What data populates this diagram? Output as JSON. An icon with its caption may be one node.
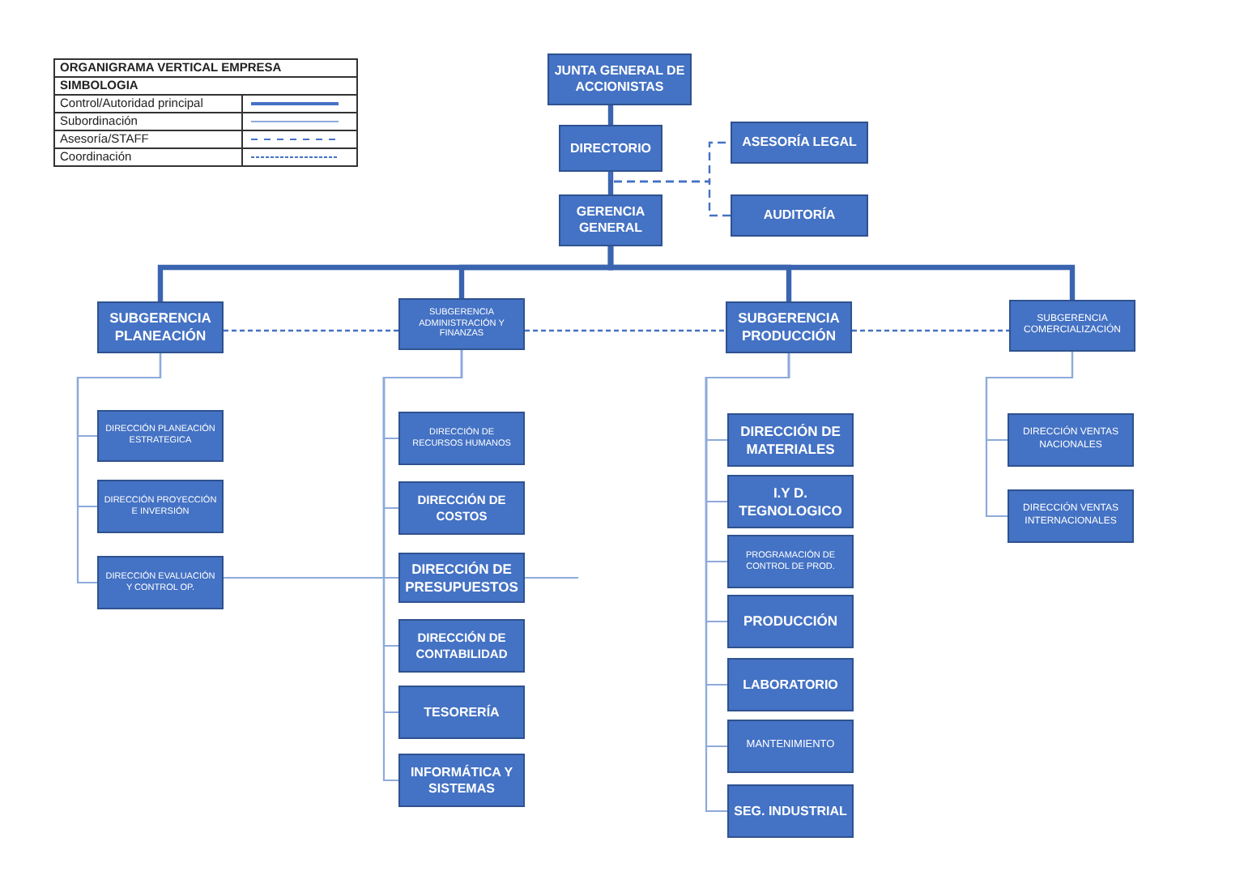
{
  "diagram": {
    "title": "ORGANIGRAMA VERTICAL EMPRESA",
    "nodes": [
      {
        "text": [
          "JUNTA GENERAL DE ACCIONISTAS"
        ]
      },
      {
        "text": [
          "DIRECTORIO"
        ]
      },
      {
        "text": [
          "ASESORÍA LEGAL"
        ]
      },
      {
        "text": [
          "AUDITORÍA"
        ]
      },
      {
        "text": [
          "GERENCIA GENERAL"
        ]
      },
      {
        "text": [
          "SUBGERENCIA PLANEACIÓN"
        ]
      },
      {
        "text": [
          "SUBGERENCIA ADMINISTRACIÓN Y FINANZAS"
        ]
      },
      {
        "text": [
          "SUBGERENCIA PRODUCCIÓN"
        ]
      },
      {
        "text": [
          "SUBGERENCIA COMERCIALIZACIÓN"
        ]
      },
      {
        "text": [
          "DIRECCIÓN PLANEACIÓN ESTRATEGICA"
        ]
      },
      {
        "text": [
          "DIRECCIÓN PROYECCIÓN E INVERSIÓN"
        ]
      },
      {
        "text": [
          "DIRECCIÓN EVALUACIÓN Y CONTROL OP."
        ]
      },
      {
        "text": [
          "DIRECCIÓN DE RECURSOS HUMANOS"
        ]
      },
      {
        "text": [
          "DIRECCIÓN DE COSTOS"
        ]
      },
      {
        "text": [
          "DIRECCIÓN DE PRESUPUESTOS"
        ]
      },
      {
        "text": [
          "DIRECCIÓN DE CONTABILIDAD"
        ]
      },
      {
        "text": [
          "TESORERÍA"
        ]
      },
      {
        "text": [
          "INFORMÁTICA Y SISTEMAS"
        ]
      },
      {
        "text": [
          "DIRECCIÓN DE MATERIALES"
        ]
      },
      {
        "text": [
          "I.Y D. TEGNOLOGICO"
        ]
      },
      {
        "text": [
          "PROGRAMACIÓN DE CONTROL DE PROD."
        ]
      },
      {
        "text": [
          "PRODUCCIÓN"
        ]
      },
      {
        "text": [
          "LABORATORIO"
        ]
      },
      {
        "text": [
          "MANTENIMIENTO"
        ]
      },
      {
        "text": [
          "SEG. INDUSTRIAL"
        ]
      },
      {
        "text": [
          "DIRECCIÓN VENTAS NACIONALES"
        ]
      },
      {
        "text": [
          "DIRECCIÓN VENTAS INTERNACIONALES"
        ]
      }
    ],
    "edges": [
      {
        "from": 0,
        "to": 1,
        "arrow": "none",
        "style": "thick"
      },
      {
        "from": 1,
        "to": 4,
        "arrow": "none",
        "style": "thick"
      },
      {
        "from": 1,
        "to": 2,
        "arrow": "none",
        "style": "dashed"
      },
      {
        "from": 1,
        "to": 3,
        "arrow": "none",
        "style": "dashed"
      },
      {
        "from": 4,
        "to": 5,
        "arrow": "none",
        "style": "thick"
      },
      {
        "from": 4,
        "to": 6,
        "arrow": "none",
        "style": "thick"
      },
      {
        "from": 4,
        "to": 7,
        "arrow": "none",
        "style": "thick"
      },
      {
        "from": 4,
        "to": 8,
        "arrow": "none",
        "style": "thick"
      },
      {
        "from": 5,
        "to": 6,
        "arrow": "none",
        "style": "dashed"
      },
      {
        "from": 6,
        "to": 7,
        "arrow": "none",
        "style": "dashed"
      },
      {
        "from": 7,
        "to": 8,
        "arrow": "none",
        "style": "dashed"
      },
      {
        "from": 5,
        "to": 9,
        "arrow": "none"
      },
      {
        "from": 5,
        "to": 10,
        "arrow": "none"
      },
      {
        "from": 5,
        "to": 11,
        "arrow": "none"
      },
      {
        "from": 6,
        "to": 12,
        "arrow": "none"
      },
      {
        "from": 6,
        "to": 13,
        "arrow": "none"
      },
      {
        "from": 6,
        "to": 14,
        "arrow": "none"
      },
      {
        "from": 6,
        "to": 15,
        "arrow": "none"
      },
      {
        "from": 6,
        "to": 16,
        "arrow": "none"
      },
      {
        "from": 6,
        "to": 17,
        "arrow": "none"
      },
      {
        "from": 11,
        "to": 14,
        "arrow": "none"
      },
      {
        "from": 14,
        "to": null,
        "arrow": "none"
      },
      {
        "from": 7,
        "to": 18,
        "arrow": "none"
      },
      {
        "from": 7,
        "to": 19,
        "arrow": "none"
      },
      {
        "from": 7,
        "to": 20,
        "arrow": "none"
      },
      {
        "from": 7,
        "to": 21,
        "arrow": "none"
      },
      {
        "from": 7,
        "to": 22,
        "arrow": "none"
      },
      {
        "from": 7,
        "to": 23,
        "arrow": "none"
      },
      {
        "from": 7,
        "to": 24,
        "arrow": "none"
      },
      {
        "from": 8,
        "to": 25,
        "arrow": "none"
      },
      {
        "from": 8,
        "to": 26,
        "arrow": "none"
      }
    ],
    "labels": [
      "SIMBOLOGIA"
    ],
    "legend": [
      {
        "text": "Control/Autoridad principal"
      },
      {
        "text": "Subordinación"
      },
      {
        "text": "Asesoría/STAFF"
      },
      {
        "text": "Coordinación"
      }
    ]
  }
}
